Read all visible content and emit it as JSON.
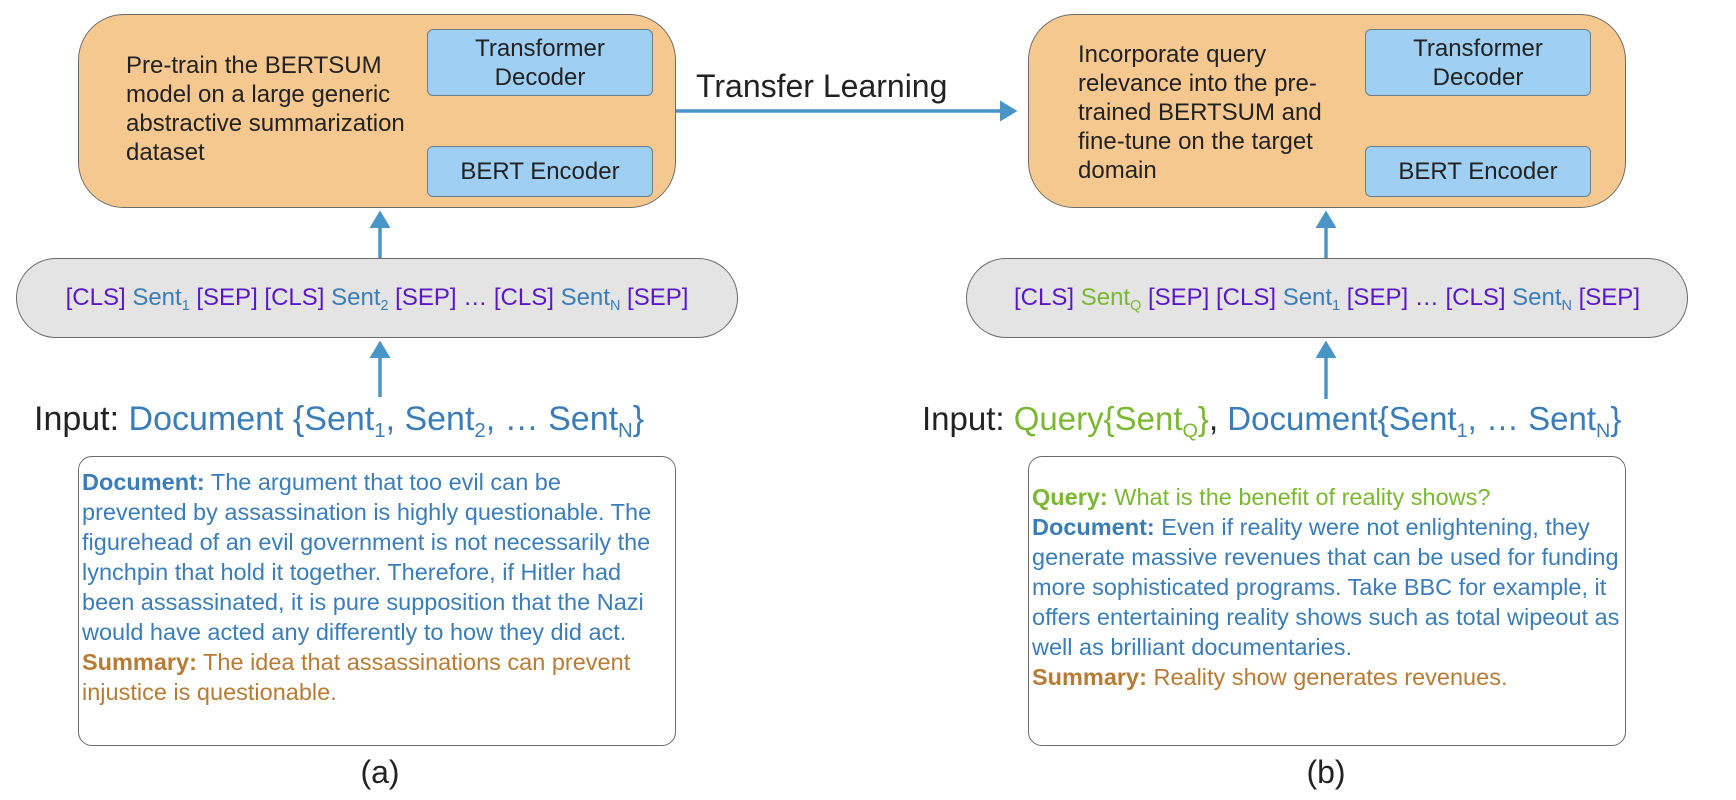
{
  "diagram": {
    "transfer_label": "Transfer Learning",
    "panel_a": {
      "model_text": "Pre-train the BERTSUM model on a large generic abstractive summarization dataset",
      "decoder_label": "Transformer Decoder",
      "encoder_label": "BERT Encoder",
      "sequence": {
        "cls": "[CLS]",
        "sep": "[SEP]",
        "sent1": "Sent",
        "sent1_sub": "1",
        "sent2": "Sent",
        "sent2_sub": "2",
        "ellipsis": "…",
        "sentn": "Sent",
        "sentn_sub": "N"
      },
      "input": {
        "prefix": "Input:",
        "doc": "Document {Sent",
        "sub1": "1",
        "mid1": ", Sent",
        "sub2": "2",
        "mid2": ", … Sent",
        "subn": "N",
        "end": "}"
      },
      "example": {
        "doc_label": "Document:",
        "doc_text": "The argument that too evil can be prevented by assassination is highly questionable. The figurehead of an evil government is not necessarily the lynchpin that hold it together. Therefore, if Hitler had been assassinated, it is pure supposition that the Nazi would have acted any differently to how they did act.",
        "summary_label": "Summary:",
        "summary_text": "The idea that assassinations can prevent injustice is questionable."
      },
      "caption": "(a)"
    },
    "panel_b": {
      "model_text": "Incorporate query relevance into the pre-trained BERTSUM and fine-tune on the target domain",
      "decoder_label": "Transformer Decoder",
      "encoder_label": "BERT Encoder",
      "sequence": {
        "cls": "[CLS]",
        "sep": "[SEP]",
        "sentq": "Sent",
        "sentq_sub": "Q",
        "sent1": "Sent",
        "sent1_sub": "1",
        "ellipsis": "…",
        "sentn": "Sent",
        "sentn_sub": "N"
      },
      "input": {
        "prefix": "Input:",
        "query": "Query{Sent",
        "subq": "Q",
        "query_end": "}",
        "comma": ",",
        "doc": "Document{Sent",
        "sub1": "1",
        "mid": ", … Sent",
        "subn": "N",
        "end": "}"
      },
      "example": {
        "query_label": "Query:",
        "query_text": "What is the benefit of reality shows?",
        "doc_label": "Document:",
        "doc_text": "Even if reality were not enlightening, they generate massive revenues that can be used for funding more sophisticated programs. Take BBC for example, it offers entertaining reality shows such as total wipeout as well as brilliant documentaries.",
        "summary_label": "Summary:",
        "summary_text": "Reality show generates revenues."
      },
      "caption": "(b)"
    },
    "colors": {
      "model_fill": "#f5c890",
      "module_fill": "#9fd0f3",
      "sequence_fill": "#e4e4e4",
      "arrow": "#4a95c8",
      "token": "#5a17c9",
      "sentence": "#3a7db8",
      "query": "#7ab832",
      "summary": "#b77b33"
    }
  }
}
